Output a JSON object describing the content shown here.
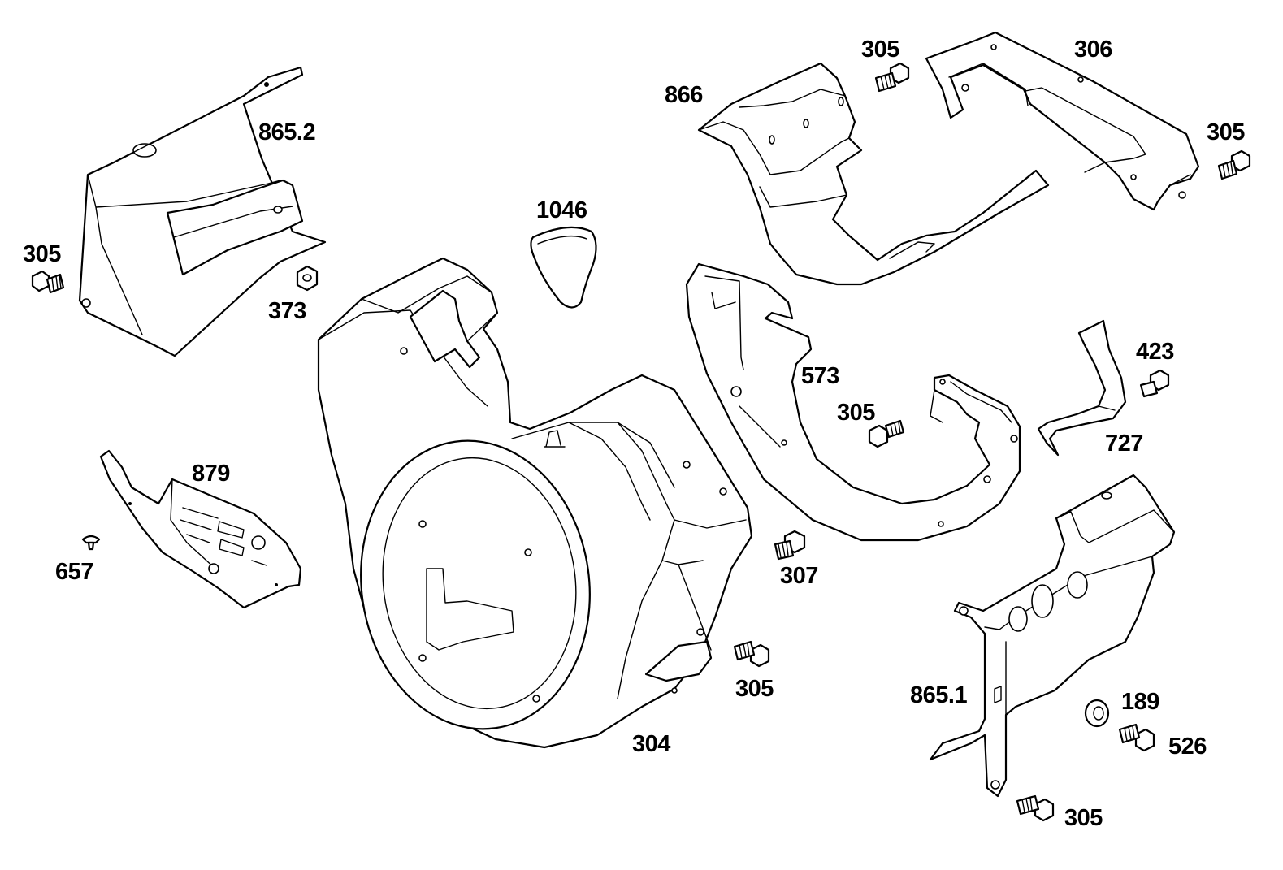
{
  "labels": {
    "p865_2": "865.2",
    "p305_top_left": "305",
    "p373": "373",
    "p1046": "1046",
    "p866": "866",
    "p305_top_mid": "305",
    "p306": "306",
    "p305_top_right": "305",
    "p573": "573",
    "p305_mid": "305",
    "p423": "423",
    "p727": "727",
    "p879": "879",
    "p657": "657",
    "p307": "307",
    "p305_low_mid": "305",
    "p304": "304",
    "p865_1": "865.1",
    "p189": "189",
    "p526": "526",
    "p305_bottom_right": "305"
  }
}
